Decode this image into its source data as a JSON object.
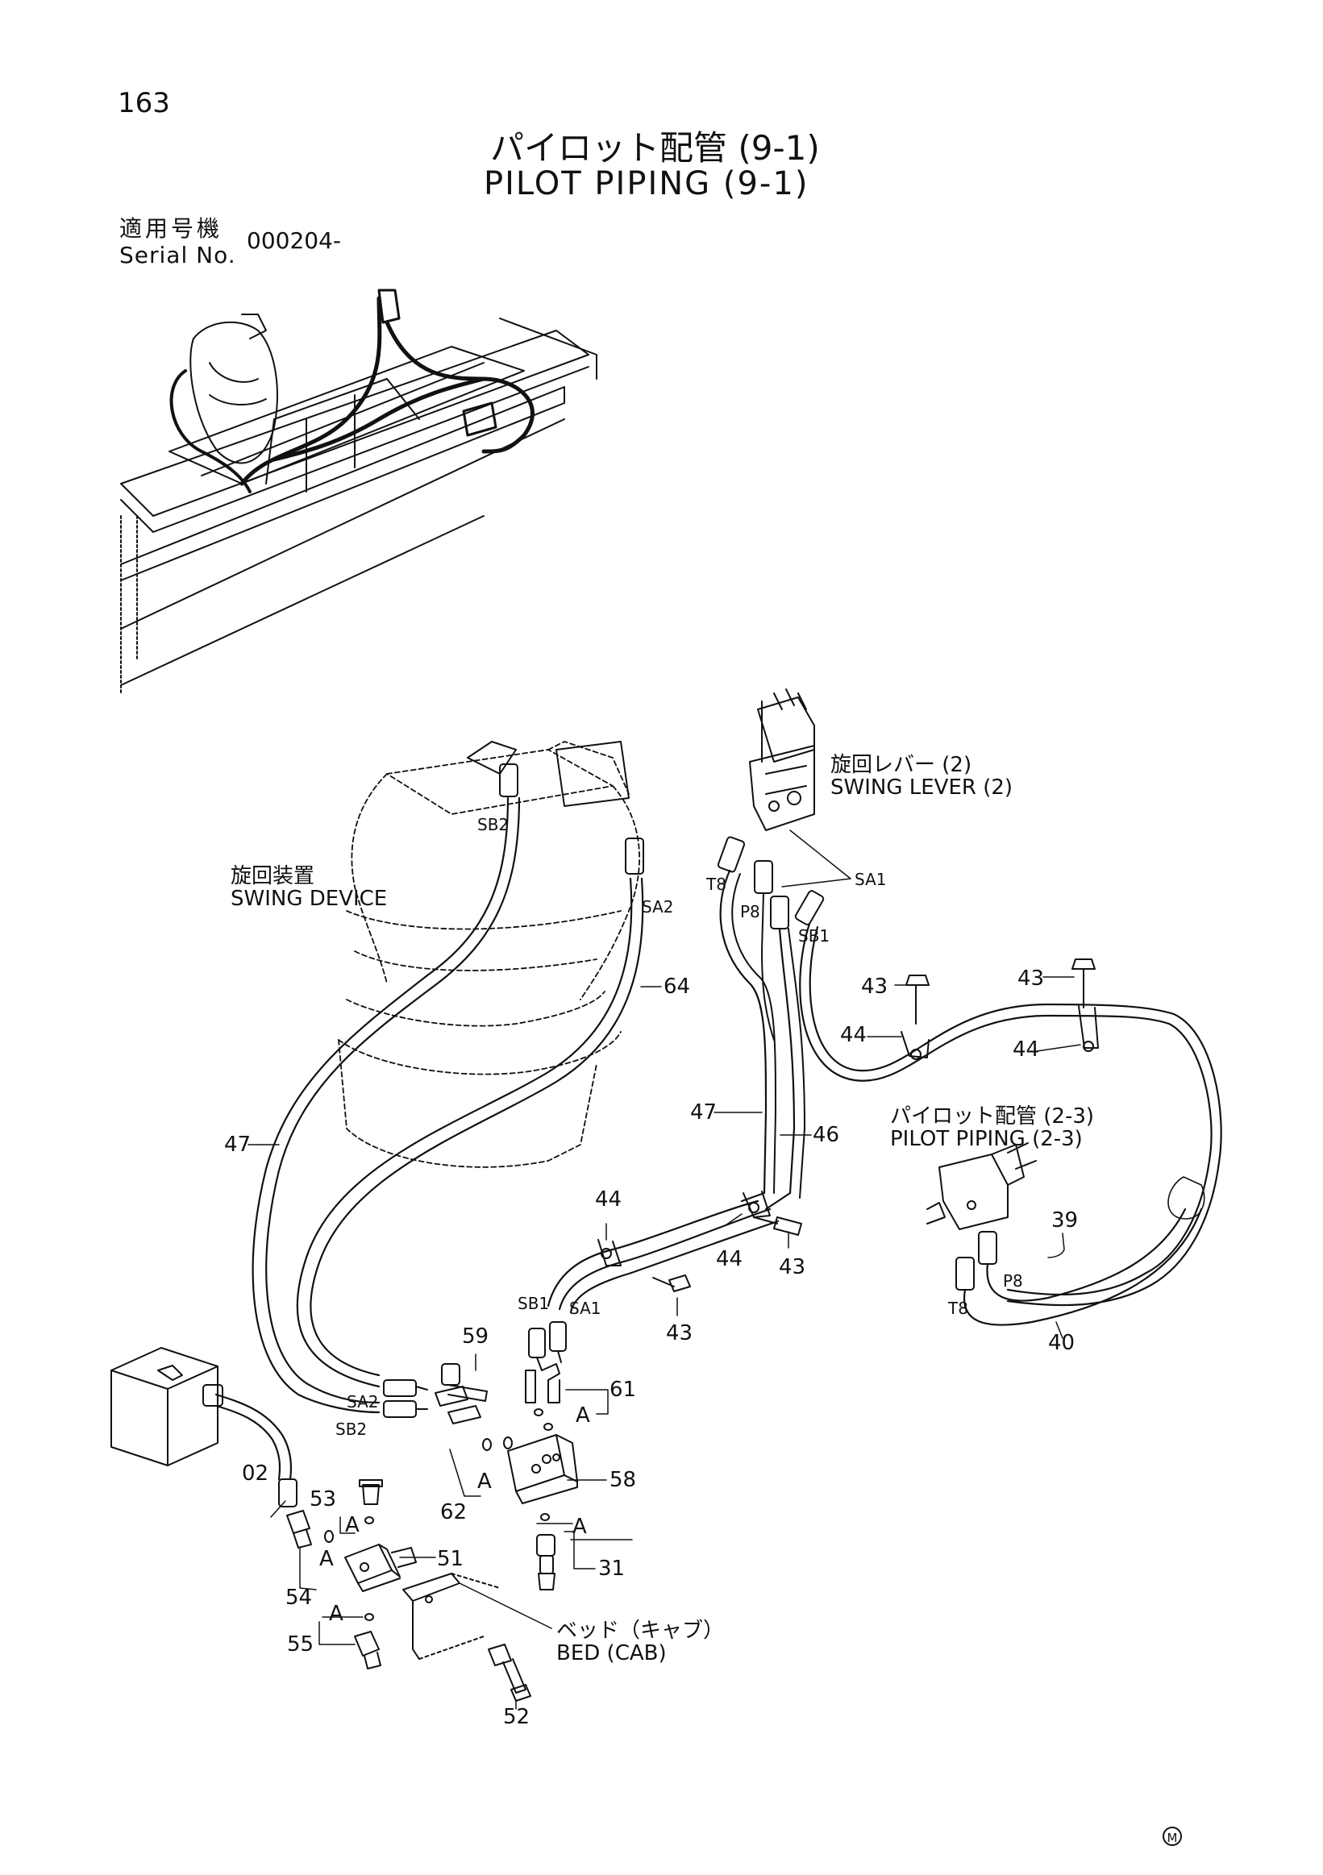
{
  "header": {
    "page_number": "163",
    "title_ja": "パイロット配管 (9-1)",
    "title_en": "PILOT PIPING (9-1)",
    "serial_label_ja": "適用号機",
    "serial_label_en": "Serial No.",
    "serial_value": "000204-"
  },
  "labels": {
    "swing_lever_ja": "旋回レバー (2)",
    "swing_lever_en": "SWING LEVER (2)",
    "swing_device_ja": "旋回装置",
    "swing_device_en": "SWING DEVICE",
    "pilot_piping_ja": "パイロット配管 (2-3)",
    "pilot_piping_en": "PILOT PIPING (2-3)",
    "bed_ja": "ベッド（キャブ）",
    "bed_en": "BED (CAB)"
  },
  "ports": {
    "sb2_top": "SB2",
    "sa2_top": "SA2",
    "t8_top": "T8",
    "p8_top": "P8",
    "sa1_top": "SA1",
    "sb1_top": "SB1",
    "sb1_bot": "SB1",
    "sa1_bot": "SA1",
    "sa2_bot": "SA2",
    "sb2_bot": "SB2",
    "t8_right": "T8",
    "p8_right": "P8",
    "a1": "A",
    "a2": "A",
    "a3": "A",
    "a4": "A",
    "a5": "A",
    "a6": "A"
  },
  "callouts": {
    "c64": "64",
    "c47a": "47",
    "c47b": "47",
    "c46": "46",
    "c43a": "43",
    "c43b": "43",
    "c43c": "43",
    "c43d": "43",
    "c44a": "44",
    "c44b": "44",
    "c44c": "44",
    "c44d": "44",
    "c39": "39",
    "c40": "40",
    "c59": "59",
    "c61": "61",
    "c58": "58",
    "c62": "62",
    "c31": "31",
    "c02": "02",
    "c53": "53",
    "c51": "51",
    "c54": "54",
    "c55": "55",
    "c52": "52"
  },
  "footer": {
    "mark": "M"
  }
}
